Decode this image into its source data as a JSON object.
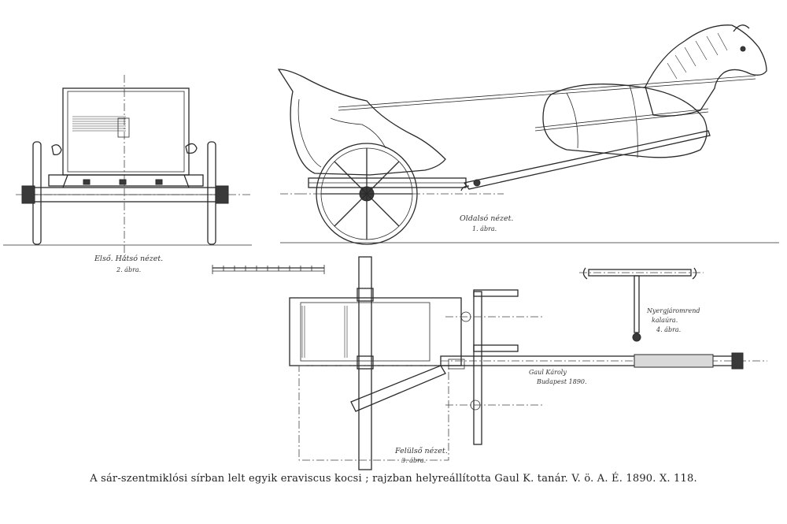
{
  "caption": "A sár-szentmiklósi sírban lelt egyik eraviscus kocsi ; rajzban helyreállította Gaul K. tanár. V. ö. A. É. 1890. X. 118.",
  "views": {
    "rear": {
      "title": "Első. Hátsó nézet.",
      "number": "2. ábra."
    },
    "side": {
      "title": "Oldalsó nézet.",
      "number": "1. ábra."
    },
    "top": {
      "title": "Felülső nézet.",
      "number": "3. ábra."
    },
    "yoke": {
      "title": "Nyergjáromrend",
      "subtitle": "kalaúra.",
      "number": "4. ábra."
    }
  },
  "signature": {
    "name": "Gaul Károly",
    "place_date": "Budapest 1890."
  }
}
